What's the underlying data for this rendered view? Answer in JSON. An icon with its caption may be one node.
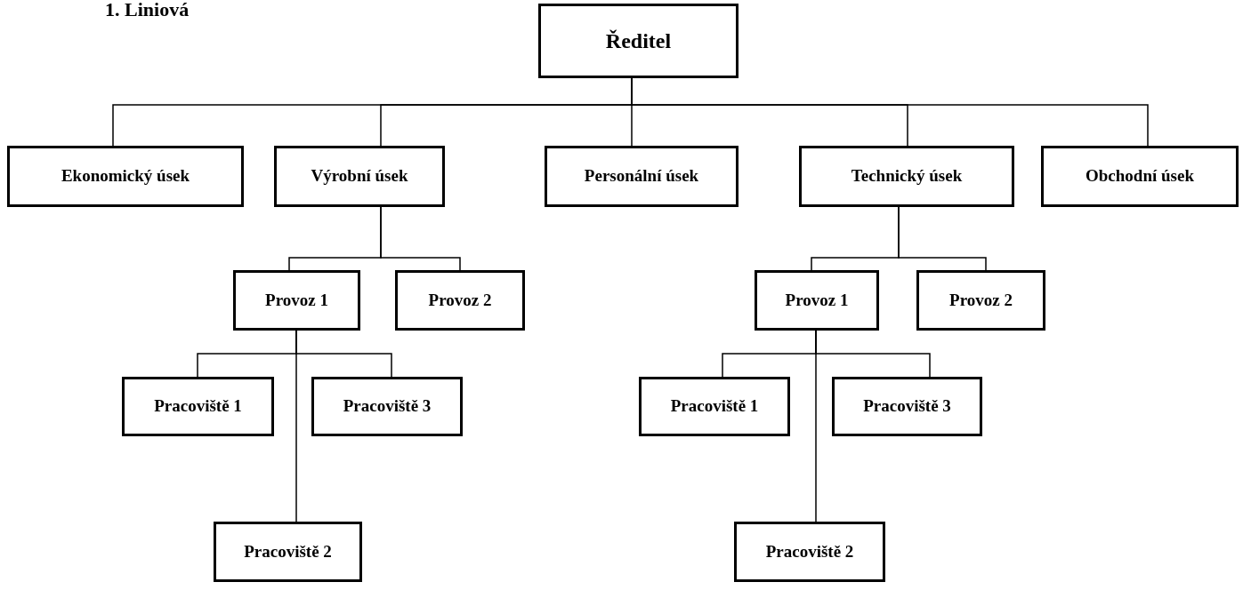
{
  "diagram": {
    "title": "1. Liniová",
    "nodes": [
      {
        "text": [
          "Ředitel"
        ]
      },
      {
        "text": [
          "Ekonomický úsek"
        ]
      },
      {
        "text": [
          "Výrobní úsek"
        ]
      },
      {
        "text": [
          "Personální úsek"
        ]
      },
      {
        "text": [
          "Technický úsek"
        ]
      },
      {
        "text": [
          "Obchodní úsek"
        ]
      },
      {
        "text": [
          "Provoz 1"
        ]
      },
      {
        "text": [
          "Provoz 2"
        ]
      },
      {
        "text": [
          "Pracoviště 1"
        ]
      },
      {
        "text": [
          "Pracoviště 3"
        ]
      },
      {
        "text": [
          "Pracoviště 2"
        ]
      },
      {
        "text": [
          "Provoz 1"
        ]
      },
      {
        "text": [
          "Provoz 2"
        ]
      },
      {
        "text": [
          "Pracoviště 1"
        ]
      },
      {
        "text": [
          "Pracoviště 3"
        ]
      },
      {
        "text": [
          "Pracoviště 2"
        ]
      }
    ],
    "edges": [
      {
        "from": 0,
        "to": 1,
        "arrow": "none"
      },
      {
        "from": 0,
        "to": 2,
        "arrow": "none"
      },
      {
        "from": 0,
        "to": 3,
        "arrow": "none"
      },
      {
        "from": 0,
        "to": 4,
        "arrow": "none"
      },
      {
        "from": 0,
        "to": 5,
        "arrow": "none"
      },
      {
        "from": 2,
        "to": 6,
        "arrow": "none"
      },
      {
        "from": 2,
        "to": 7,
        "arrow": "none"
      },
      {
        "from": 6,
        "to": 8,
        "arrow": "none"
      },
      {
        "from": 6,
        "to": 9,
        "arrow": "none"
      },
      {
        "from": 6,
        "to": 10,
        "arrow": "none"
      },
      {
        "from": 4,
        "to": 11,
        "arrow": "none"
      },
      {
        "from": 4,
        "to": 12,
        "arrow": "none"
      },
      {
        "from": 11,
        "to": 13,
        "arrow": "none"
      },
      {
        "from": 11,
        "to": 14,
        "arrow": "none"
      },
      {
        "from": 11,
        "to": 15,
        "arrow": "none"
      }
    ]
  }
}
